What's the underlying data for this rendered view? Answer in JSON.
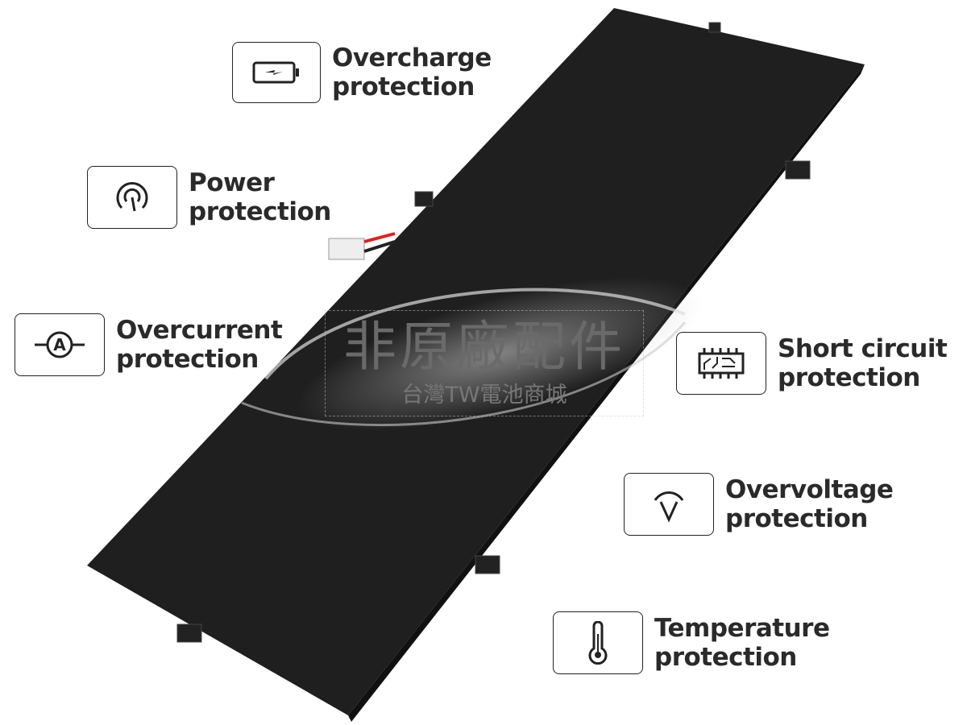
{
  "watermark": {
    "title": "非原廠配件",
    "subtitle": "台灣TW電池商城"
  },
  "features": [
    {
      "icon": "battery-charge-icon",
      "line1": "Overcharge",
      "line2": "protection"
    },
    {
      "icon": "power-gauge-icon",
      "line1": "Power",
      "line2": "protection"
    },
    {
      "icon": "ammeter-icon",
      "line1": "Overcurrent",
      "line2": "protection"
    },
    {
      "icon": "circuit-chip-icon",
      "line1": "Short circuit",
      "line2": "protection"
    },
    {
      "icon": "voltage-icon",
      "line1": "Overvoltage",
      "line2": "protection"
    },
    {
      "icon": "thermometer-icon",
      "line1": "Temperature",
      "line2": "protection"
    }
  ],
  "colors": {
    "battery": "#1e1e1e",
    "text": "#2a2a2a"
  }
}
